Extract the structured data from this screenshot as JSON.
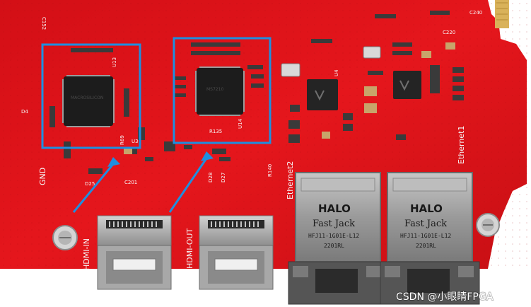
{
  "image": {
    "subject": "red FPGA interface PCB with two highlighted chips, HDMI connectors and RJ45 Ethernet jacks",
    "colors": {
      "pcb_red": "#e0141a",
      "pcb_red_dark": "#b30d12",
      "highlight_blue": "#1e8fe0",
      "chip_black": "#1c1c1c",
      "metal": "#b9b9b9",
      "gold": "#d9b25a"
    }
  },
  "silkscreen": {
    "gnd": "GND",
    "hdmi_in": "HDMI-IN",
    "hdmi_out": "HDMI-OUT",
    "ethernet1": "Ethernet1",
    "ethernet2": "Ethernet2",
    "u13": "U13",
    "u14": "U14",
    "u3": "U3",
    "u4": "U4",
    "d4": "D4",
    "d25": "D25",
    "d27": "D27",
    "d28": "D28",
    "r69": "R69",
    "r135": "R135",
    "r140": "R140",
    "c201": "C201",
    "c240": "C240",
    "c220": "C220",
    "c152": "C152"
  },
  "chips": {
    "left_marking": "MACROSILICON",
    "right_marking": "MS7210"
  },
  "ethernet_jacks": [
    {
      "brand": "HALO",
      "series": "Fast Jack",
      "model": "HFJ11-1G01E-L12",
      "lot": "2201RL"
    },
    {
      "brand": "HALO",
      "series": "Fast Jack",
      "model": "HFJ11-1G01E-L12",
      "lot": "2201RL"
    }
  ],
  "watermark": "CSDN @小眼睛FPGA"
}
